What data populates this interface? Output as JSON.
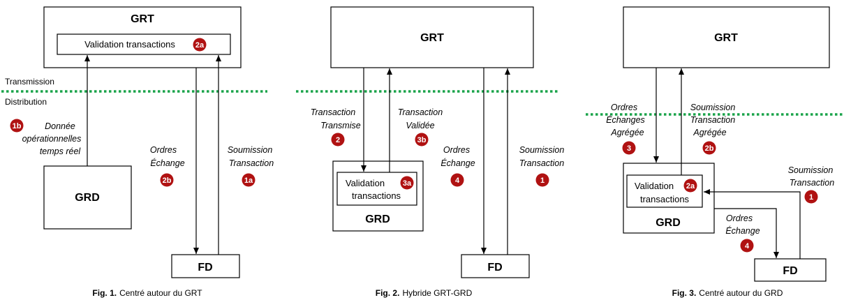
{
  "labels": {
    "grt": "GRT",
    "grd": "GRD",
    "fd": "FD",
    "validation": "Validation transactions",
    "validation_l1": "Validation",
    "validation_l2": "transactions",
    "transmission": "Transmission",
    "distribution": "Distribution",
    "donnee_l1": "Donnée",
    "donnee_l2": "opérationnelles",
    "donnee_l3": "temps réel",
    "ordres": "Ordres",
    "echange": "Échange",
    "echanges": "Échanges",
    "agregee": "Agrégée",
    "soumission": "Soumission",
    "transaction": "Transaction",
    "transmise": "Transmise",
    "validee": "Validée"
  },
  "badges": {
    "b1": "1",
    "b1a": "1a",
    "b1b": "1b",
    "b2": "2",
    "b2a": "2a",
    "b2b": "2b",
    "b3": "3",
    "b3a": "3a",
    "b3b": "3b",
    "b4": "4"
  },
  "captions": {
    "fig1_num": "Fig. 1.",
    "fig1_text": "Centré autour du GRT",
    "fig2_num": "Fig. 2.",
    "fig2_text": "Hybride GRT-GRD",
    "fig3_num": "Fig. 3.",
    "fig3_text": "Centré autour du GRD"
  },
  "colors": {
    "badge": "#b01212",
    "separator": "#1aa34a"
  }
}
